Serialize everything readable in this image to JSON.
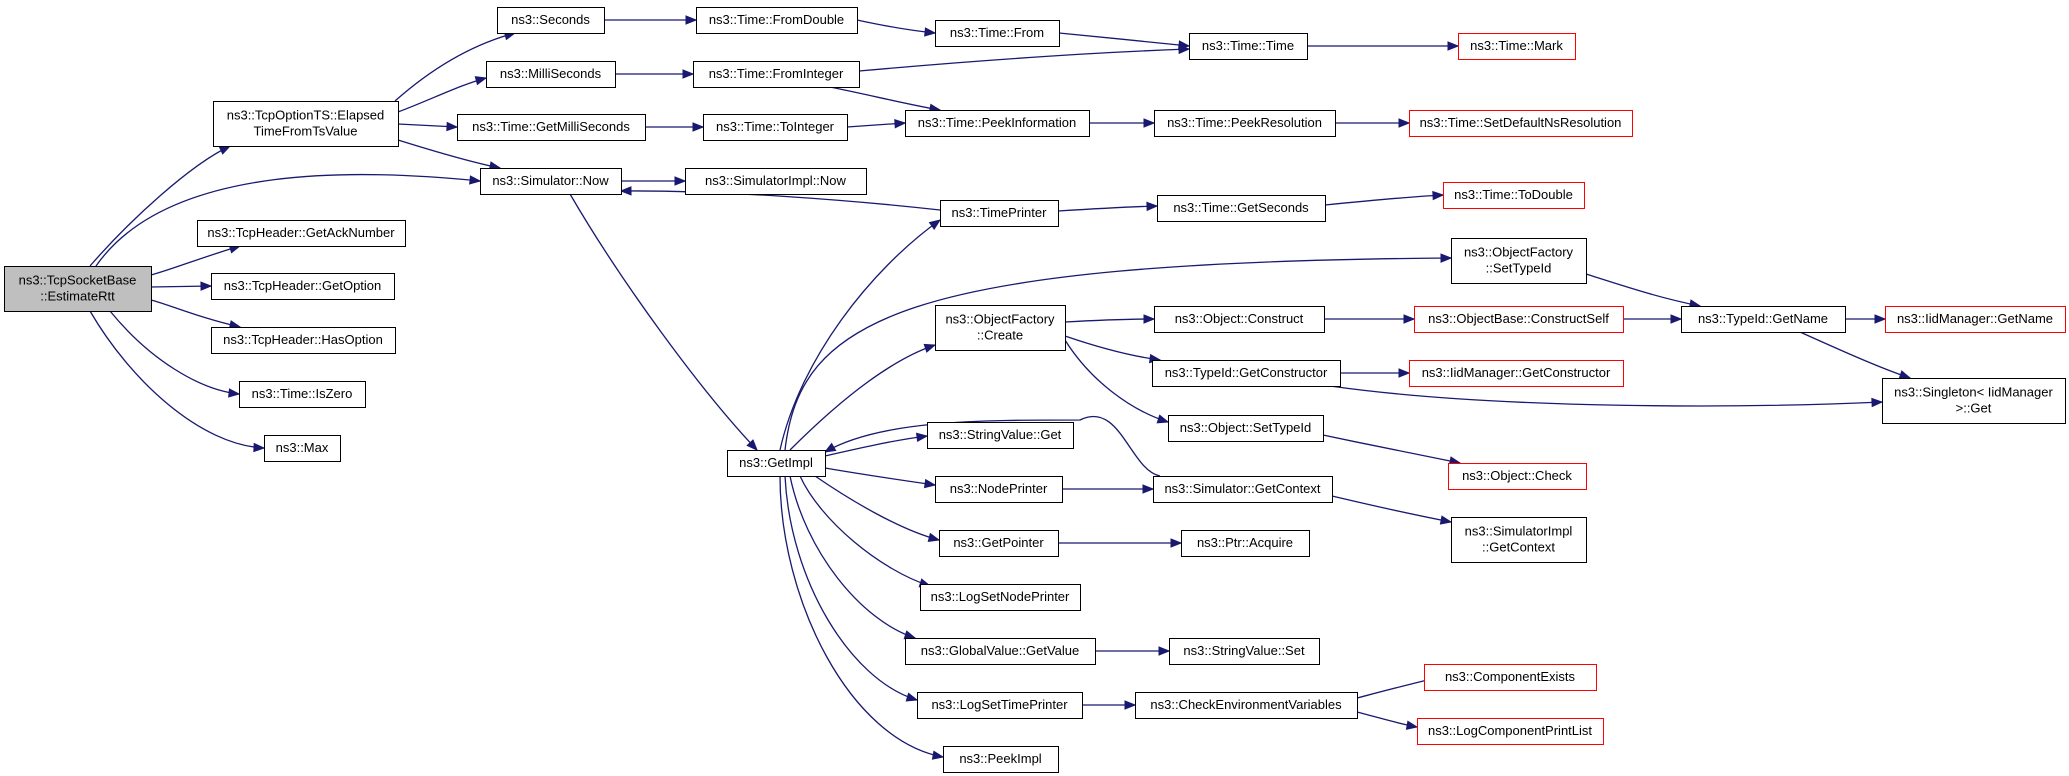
{
  "graph": {
    "nodes": [
      {
        "id": "root",
        "lines": [
          "ns3::TcpSocketBase",
          "::EstimateRtt"
        ],
        "style": "root"
      },
      {
        "id": "elapsed",
        "lines": [
          "ns3::TcpOptionTS::Elapsed",
          "TimeFromTsValue"
        ],
        "style": "normal"
      },
      {
        "id": "getack",
        "lines": [
          "ns3::TcpHeader::GetAckNumber"
        ],
        "style": "normal"
      },
      {
        "id": "getoption",
        "lines": [
          "ns3::TcpHeader::GetOption"
        ],
        "style": "normal"
      },
      {
        "id": "hasoption",
        "lines": [
          "ns3::TcpHeader::HasOption"
        ],
        "style": "normal"
      },
      {
        "id": "iszero",
        "lines": [
          "ns3::Time::IsZero"
        ],
        "style": "normal"
      },
      {
        "id": "max",
        "lines": [
          "ns3::Max"
        ],
        "style": "normal"
      },
      {
        "id": "seconds",
        "lines": [
          "ns3::Seconds"
        ],
        "style": "normal"
      },
      {
        "id": "milliseconds",
        "lines": [
          "ns3::MilliSeconds"
        ],
        "style": "normal"
      },
      {
        "id": "getmilli",
        "lines": [
          "ns3::Time::GetMilliSeconds"
        ],
        "style": "normal"
      },
      {
        "id": "simnow",
        "lines": [
          "ns3::Simulator::Now"
        ],
        "style": "normal"
      },
      {
        "id": "fromdouble",
        "lines": [
          "ns3::Time::FromDouble"
        ],
        "style": "normal"
      },
      {
        "id": "frominteger",
        "lines": [
          "ns3::Time::FromInteger"
        ],
        "style": "normal"
      },
      {
        "id": "tointeger",
        "lines": [
          "ns3::Time::ToInteger"
        ],
        "style": "normal"
      },
      {
        "id": "simimplnow",
        "lines": [
          "ns3::SimulatorImpl::Now"
        ],
        "style": "normal"
      },
      {
        "id": "from",
        "lines": [
          "ns3::Time::From"
        ],
        "style": "normal"
      },
      {
        "id": "timetime",
        "lines": [
          "ns3::Time::Time"
        ],
        "style": "normal"
      },
      {
        "id": "mark",
        "lines": [
          "ns3::Time::Mark"
        ],
        "style": "red"
      },
      {
        "id": "peekinfo",
        "lines": [
          "ns3::Time::PeekInformation"
        ],
        "style": "normal"
      },
      {
        "id": "peekres",
        "lines": [
          "ns3::Time::PeekResolution"
        ],
        "style": "normal"
      },
      {
        "id": "setdefres",
        "lines": [
          "ns3::Time::SetDefaultNsResolution"
        ],
        "style": "red"
      },
      {
        "id": "timeprinter",
        "lines": [
          "ns3::TimePrinter"
        ],
        "style": "normal"
      },
      {
        "id": "getseconds",
        "lines": [
          "ns3::Time::GetSeconds"
        ],
        "style": "normal"
      },
      {
        "id": "todouble",
        "lines": [
          "ns3::Time::ToDouble"
        ],
        "style": "red"
      },
      {
        "id": "ofsettypeid",
        "lines": [
          "ns3::ObjectFactory",
          "::SetTypeId"
        ],
        "style": "normal"
      },
      {
        "id": "ofcreate",
        "lines": [
          "ns3::ObjectFactory",
          "::Create"
        ],
        "style": "normal"
      },
      {
        "id": "objconstruct",
        "lines": [
          "ns3::Object::Construct"
        ],
        "style": "normal"
      },
      {
        "id": "constructself",
        "lines": [
          "ns3::ObjectBase::ConstructSelf"
        ],
        "style": "red"
      },
      {
        "id": "typeidgetname",
        "lines": [
          "ns3::TypeId::GetName"
        ],
        "style": "normal"
      },
      {
        "id": "iidgetname",
        "lines": [
          "ns3::IidManager::GetName"
        ],
        "style": "red"
      },
      {
        "id": "typeidgetctor",
        "lines": [
          "ns3::TypeId::GetConstructor"
        ],
        "style": "normal"
      },
      {
        "id": "iidgetctor",
        "lines": [
          "ns3::IidManager::GetConstructor"
        ],
        "style": "red"
      },
      {
        "id": "singleton",
        "lines": [
          "ns3::Singleton< IidManager",
          ">::Get"
        ],
        "style": "normal"
      },
      {
        "id": "objsettypeid",
        "lines": [
          "ns3::Object::SetTypeId"
        ],
        "style": "normal"
      },
      {
        "id": "objcheck",
        "lines": [
          "ns3::Object::Check"
        ],
        "style": "red"
      },
      {
        "id": "getimpl",
        "lines": [
          "ns3::GetImpl"
        ],
        "style": "normal"
      },
      {
        "id": "stringget",
        "lines": [
          "ns3::StringValue::Get"
        ],
        "style": "normal"
      },
      {
        "id": "nodeprinter",
        "lines": [
          "ns3::NodePrinter"
        ],
        "style": "normal"
      },
      {
        "id": "simgetctx",
        "lines": [
          "ns3::Simulator::GetContext"
        ],
        "style": "normal"
      },
      {
        "id": "simimplctx",
        "lines": [
          "ns3::SimulatorImpl",
          "::GetContext"
        ],
        "style": "normal"
      },
      {
        "id": "getpointer",
        "lines": [
          "ns3::GetPointer"
        ],
        "style": "normal"
      },
      {
        "id": "ptracquire",
        "lines": [
          "ns3::Ptr::Acquire"
        ],
        "style": "normal"
      },
      {
        "id": "logsetnode",
        "lines": [
          "ns3::LogSetNodePrinter"
        ],
        "style": "normal"
      },
      {
        "id": "globalget",
        "lines": [
          "ns3::GlobalValue::GetValue"
        ],
        "style": "normal"
      },
      {
        "id": "stringset",
        "lines": [
          "ns3::StringValue::Set"
        ],
        "style": "normal"
      },
      {
        "id": "logsettime",
        "lines": [
          "ns3::LogSetTimePrinter"
        ],
        "style": "normal"
      },
      {
        "id": "checkenv",
        "lines": [
          "ns3::CheckEnvironmentVariables"
        ],
        "style": "normal"
      },
      {
        "id": "compexists",
        "lines": [
          "ns3::ComponentExists"
        ],
        "style": "red"
      },
      {
        "id": "logcomplist",
        "lines": [
          "ns3::LogComponentPrintList"
        ],
        "style": "red"
      },
      {
        "id": "peekimpl",
        "lines": [
          "ns3::PeekImpl"
        ],
        "style": "normal"
      }
    ],
    "edges": [
      [
        "root",
        "elapsed"
      ],
      [
        "root",
        "simnow"
      ],
      [
        "root",
        "getack"
      ],
      [
        "root",
        "getoption"
      ],
      [
        "root",
        "hasoption"
      ],
      [
        "root",
        "iszero"
      ],
      [
        "root",
        "max"
      ],
      [
        "elapsed",
        "seconds"
      ],
      [
        "elapsed",
        "milliseconds"
      ],
      [
        "elapsed",
        "getmilli"
      ],
      [
        "elapsed",
        "simnow"
      ],
      [
        "seconds",
        "fromdouble"
      ],
      [
        "fromdouble",
        "from"
      ],
      [
        "from",
        "timetime"
      ],
      [
        "timetime",
        "mark"
      ],
      [
        "milliseconds",
        "frominteger"
      ],
      [
        "frominteger",
        "timetime"
      ],
      [
        "frominteger",
        "peekinfo"
      ],
      [
        "getmilli",
        "tointeger"
      ],
      [
        "tointeger",
        "peekinfo"
      ],
      [
        "peekinfo",
        "peekres"
      ],
      [
        "peekres",
        "setdefres"
      ],
      [
        "simnow",
        "simimplnow"
      ],
      [
        "simnow",
        "getimpl"
      ],
      [
        "timeprinter",
        "simnow"
      ],
      [
        "timeprinter",
        "getseconds"
      ],
      [
        "getseconds",
        "todouble"
      ],
      [
        "getimpl",
        "timeprinter"
      ],
      [
        "getimpl",
        "ofsettypeid"
      ],
      [
        "getimpl",
        "ofcreate"
      ],
      [
        "getimpl",
        "stringget"
      ],
      [
        "getimpl",
        "nodeprinter"
      ],
      [
        "getimpl",
        "getpointer"
      ],
      [
        "getimpl",
        "logsetnode"
      ],
      [
        "getimpl",
        "globalget"
      ],
      [
        "getimpl",
        "logsettime"
      ],
      [
        "getimpl",
        "peekimpl"
      ],
      [
        "ofsettypeid",
        "typeidgetname"
      ],
      [
        "ofcreate",
        "objconstruct"
      ],
      [
        "ofcreate",
        "typeidgetctor"
      ],
      [
        "ofcreate",
        "objsettypeid"
      ],
      [
        "objconstruct",
        "constructself"
      ],
      [
        "constructself",
        "typeidgetname"
      ],
      [
        "typeidgetname",
        "iidgetname"
      ],
      [
        "typeidgetname",
        "singleton"
      ],
      [
        "typeidgetctor",
        "iidgetctor"
      ],
      [
        "typeidgetctor",
        "singleton"
      ],
      [
        "objsettypeid",
        "objcheck"
      ],
      [
        "nodeprinter",
        "simgetctx"
      ],
      [
        "simgetctx",
        "getimpl"
      ],
      [
        "simgetctx",
        "simimplctx"
      ],
      [
        "getpointer",
        "ptracquire"
      ],
      [
        "globalget",
        "stringset"
      ],
      [
        "logsettime",
        "checkenv"
      ],
      [
        "checkenv",
        "compexists"
      ],
      [
        "checkenv",
        "logcomplist"
      ]
    ]
  }
}
